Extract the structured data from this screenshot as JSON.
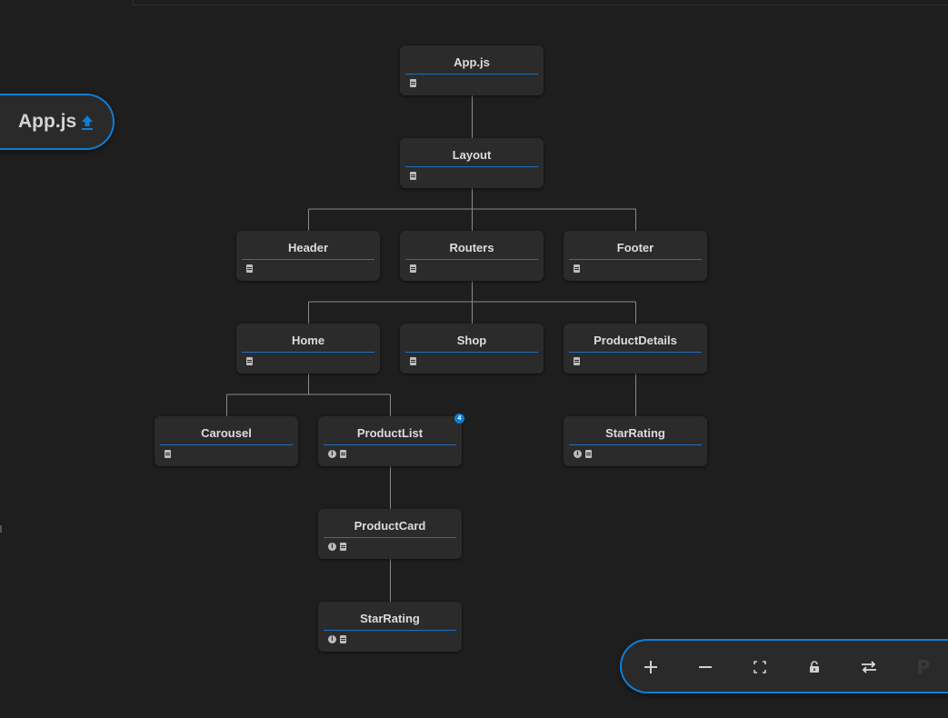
{
  "root_label": "App.js",
  "nodes": {
    "app": {
      "title": "App.js"
    },
    "layout": {
      "title": "Layout"
    },
    "header": {
      "title": "Header"
    },
    "routers": {
      "title": "Routers"
    },
    "footer": {
      "title": "Footer"
    },
    "home": {
      "title": "Home"
    },
    "shop": {
      "title": "Shop"
    },
    "productdetails": {
      "title": "ProductDetails"
    },
    "carousel": {
      "title": "Carousel"
    },
    "productlist": {
      "title": "ProductList",
      "badge": "4"
    },
    "starrating_details": {
      "title": "StarRating"
    },
    "productcard": {
      "title": "ProductCard"
    },
    "starrating_card": {
      "title": "StarRating"
    }
  },
  "toolbar": {
    "items": [
      "zoom-in",
      "zoom-out",
      "fit-view",
      "lock",
      "swap-direction",
      "p"
    ],
    "p_label": "P"
  },
  "colors": {
    "accent": "#0e7fd6",
    "background": "#1e1e1e",
    "node": "#2b2b2b"
  }
}
